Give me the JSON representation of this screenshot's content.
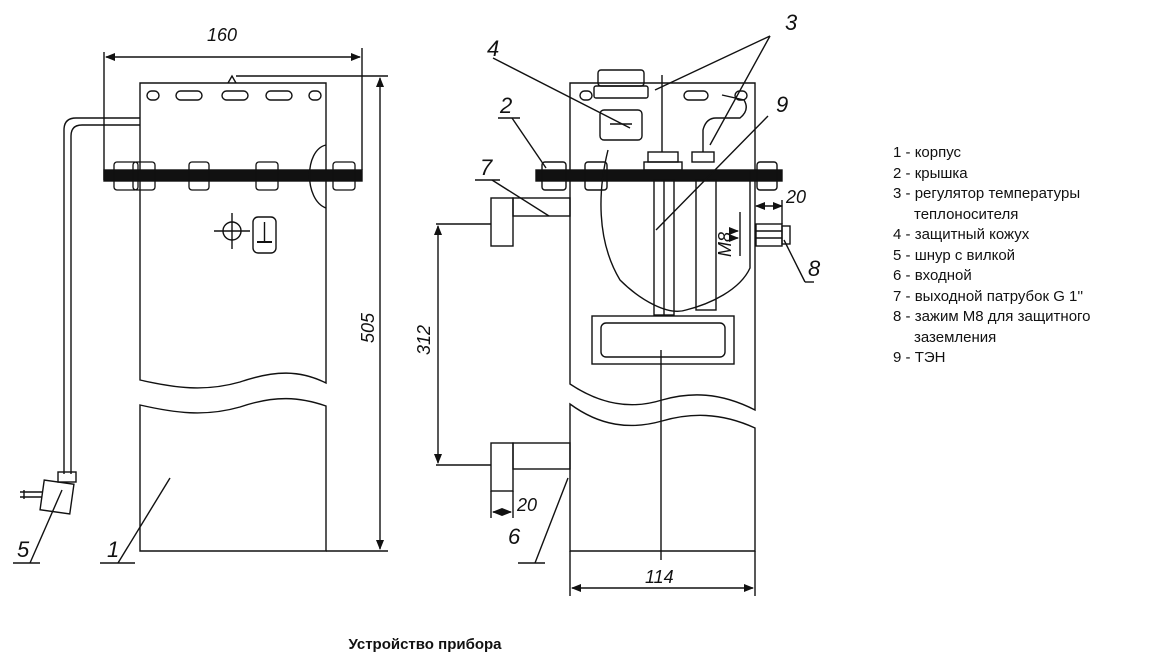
{
  "dimensions": {
    "width_160": "160",
    "height_505": "505",
    "pipe_spacing_312": "312",
    "width_114": "114",
    "pipe_length_top": "20",
    "pipe_length_bottom": "20",
    "thread_m8": "M8"
  },
  "callouts": [
    "1",
    "2",
    "3",
    "4",
    "5",
    "6",
    "7",
    "8",
    "9"
  ],
  "legend": [
    {
      "num": "1",
      "sep": "-",
      "text": "корпус",
      "cont": ""
    },
    {
      "num": "2",
      "sep": "-",
      "text": "крышка",
      "cont": ""
    },
    {
      "num": "3",
      "sep": "-",
      "text": "регулятор температуры",
      "cont": "теплоносителя"
    },
    {
      "num": "4",
      "sep": "-",
      "text": "защитный кожух",
      "cont": ""
    },
    {
      "num": "5",
      "sep": "-",
      "text": "шнур с вилкой",
      "cont": ""
    },
    {
      "num": "6",
      "sep": "-",
      "text": "входной",
      "cont": ""
    },
    {
      "num": "7",
      "sep": "-",
      "text": "выходной патрубок G 1''",
      "cont": ""
    },
    {
      "num": "8",
      "sep": "-",
      "text": "зажим М8 для защитного",
      "cont": "заземления"
    },
    {
      "num": "9",
      "sep": "-",
      "text": "ТЭН",
      "cont": ""
    }
  ],
  "caption": "Устройство прибора",
  "icons": [
    "ground-symbol-icon",
    "power-plug-icon",
    "circle-indicator-icon"
  ]
}
